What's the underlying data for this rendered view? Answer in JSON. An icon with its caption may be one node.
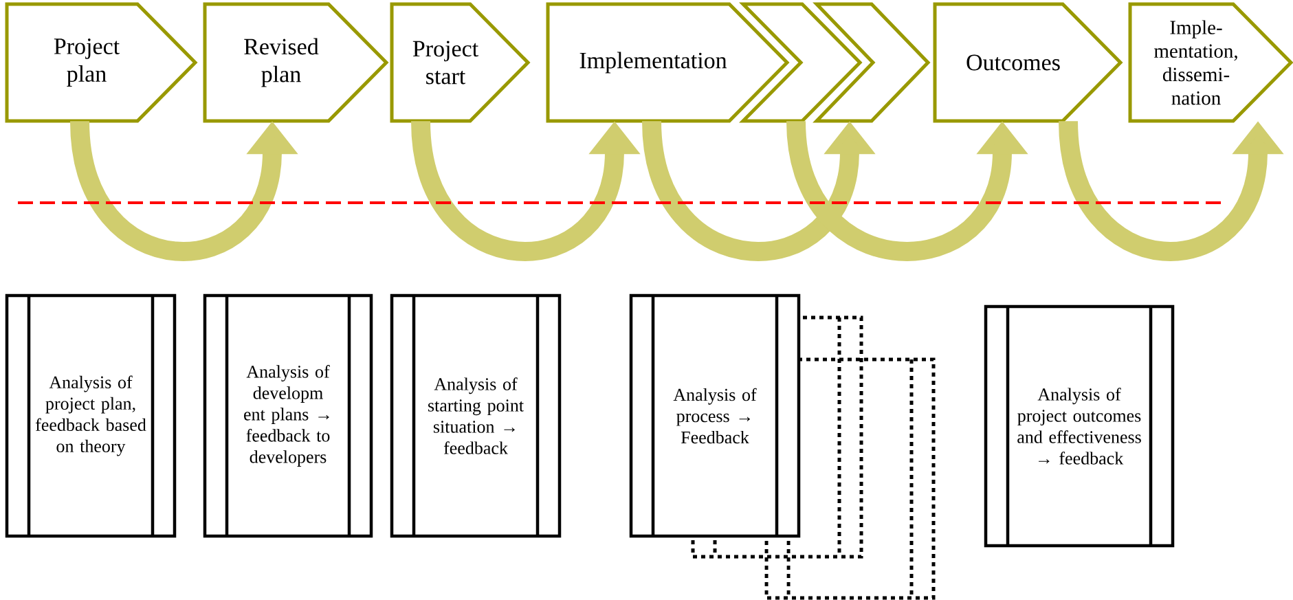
{
  "diagram": {
    "nodes": [
      {
        "text": [
          "Project plan"
        ]
      },
      {
        "text": [
          "Revised plan"
        ]
      },
      {
        "text": [
          "Project start"
        ]
      },
      {
        "text": [
          "Implementation"
        ]
      },
      {
        "text": [],
        "shape": "chevron"
      },
      {
        "text": [],
        "shape": "chevron"
      },
      {
        "text": [
          "Outcomes"
        ]
      },
      {
        "text": [
          "Imple- mentation, dissemi- nation"
        ]
      },
      {
        "text": [
          "Analysis of project plan, feedback based on theory"
        ]
      },
      {
        "text": [
          "Analysis of developm ent plans → feedback to developers"
        ]
      },
      {
        "text": [
          "Analysis of  starting point situation → feedback"
        ]
      },
      {
        "text": [
          "Analysis of process → Feedback"
        ]
      },
      {
        "text": [
          "Analysis of project outcomes and effectiveness → feedback"
        ]
      }
    ],
    "edges": [
      {
        "from": 0,
        "to": 1,
        "arrow": "to"
      },
      {
        "from": 2,
        "to": 3,
        "arrow": "to"
      },
      {
        "from": 3,
        "to": 5,
        "arrow": "to"
      },
      {
        "from": 4,
        "to": 6,
        "arrow": "to"
      },
      {
        "from": 6,
        "to": 7,
        "arrow": "to"
      }
    ]
  }
}
